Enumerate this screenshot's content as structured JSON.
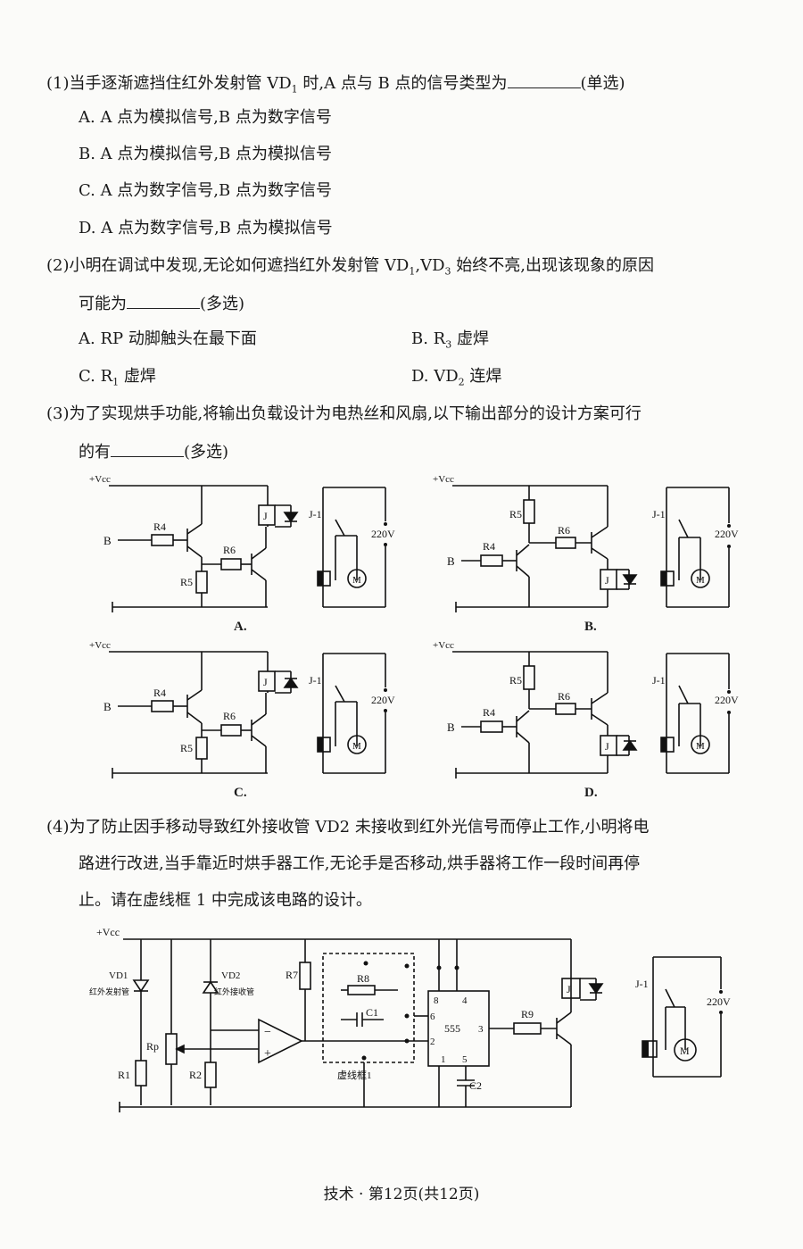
{
  "q1": {
    "stem": "(1)当手逐渐遮挡住红外发射管 VD",
    "stem_sub": "1",
    "stem_rest": " 时,A 点与 B 点的信号类型为",
    "tail": "(单选)",
    "options": [
      "A. A 点为模拟信号,B 点为数字信号",
      "B. A 点为模拟信号,B 点为模拟信号",
      "C. A 点为数字信号,B 点为数字信号",
      "D. A 点为数字信号,B 点为模拟信号"
    ]
  },
  "q2": {
    "stem_1a": "(2)小明在调试中发现,无论如何遮挡红外发射管 VD",
    "stem_1b": ",VD",
    "stem_1c": " 始终不亮,出现该现象的原因",
    "sub1": "1",
    "sub3": "3",
    "stem_2": "可能为",
    "tail": "(多选)",
    "optA": "A. RP 动脚触头在最下面",
    "optB": "B. R",
    "optB_sub": "3",
    "optB_rest": " 虚焊",
    "optC": "C. R",
    "optC_sub": "1",
    "optC_rest": " 虚焊",
    "optD": "D. VD",
    "optD_sub": "2",
    "optD_rest": " 连焊"
  },
  "q3": {
    "stem_1": "(3)为了实现烘手功能,将输出负载设计为电热丝和风扇,以下输出部分的设计方案可行",
    "stem_2": "的有",
    "tail": "(多选)",
    "captions": [
      "A.",
      "B.",
      "C.",
      "D."
    ]
  },
  "q4": {
    "stem_1": "(4)为了防止因手移动导致红外接收管 VD2 未接收到红外光信号而停止工作,小明将电",
    "stem_2": "路进行改进,当手靠近时烘手器工作,无论手是否移动,烘手器将工作一段时间再停",
    "stem_3": "止。请在虚线框 1 中完成该电路的设计。"
  },
  "circuit_labels": {
    "vcc": "+Vcc",
    "b": "B",
    "r4": "R4",
    "r5": "R5",
    "r6": "R6",
    "j": "J",
    "j1": "J-1",
    "v220": "220V",
    "m": "M",
    "vd1": "VD1",
    "vd1_name": "红外发射管",
    "vd2": "VD2",
    "vd2_name": "红外接收管",
    "rp": "Rp",
    "r1": "R1",
    "r2": "R2",
    "r7": "R7",
    "r8": "R8",
    "c1": "C1",
    "c2": "C2",
    "r9": "R9",
    "chip": "555",
    "pin8": "8",
    "pin4": "4",
    "pin6": "6",
    "pin2": "2",
    "pin3": "3",
    "pin1": "1",
    "pin5": "5",
    "box": "虚线框1",
    "minus": "−",
    "plus": "+"
  },
  "footer": "技术 · 第12页(共12页)"
}
